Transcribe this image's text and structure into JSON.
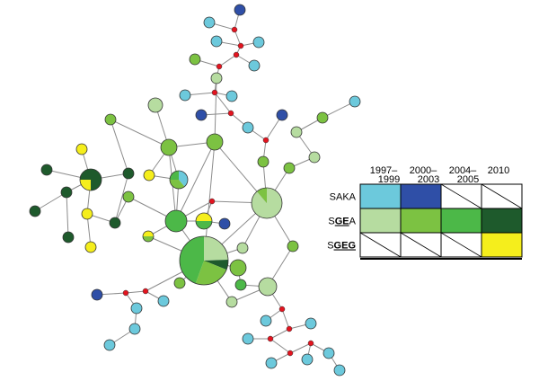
{
  "colors": {
    "light_blue": "#6cc9dc",
    "dark_blue": "#2f4fa7",
    "light_green": "#b6dca0",
    "mid_green": "#7cc242",
    "green": "#4cb848",
    "dark_green": "#1e5a2c",
    "yellow": "#f5ee1c",
    "red": "#e3141f",
    "edge": "#8c8c8c",
    "outline": "#333333"
  },
  "legend": {
    "years": [
      {
        "line1": "1997–",
        "line2": "1999"
      },
      {
        "line1": "2000–",
        "line2": "2003"
      },
      {
        "line1": "2004–",
        "line2": "2005"
      },
      {
        "line1": "2010",
        "line2": ""
      }
    ],
    "rows": [
      {
        "label_parts": [
          {
            "t": "SAKA",
            "u": false
          }
        ],
        "cells": [
          "light_blue",
          "dark_blue",
          "none",
          "none"
        ]
      },
      {
        "label_parts": [
          {
            "t": "S",
            "u": false
          },
          {
            "t": "GE",
            "u": true
          },
          {
            "t": "A",
            "u": false
          }
        ],
        "cells": [
          "light_green",
          "mid_green",
          "green",
          "dark_green"
        ]
      },
      {
        "label_parts": [
          {
            "t": "S",
            "u": false
          },
          {
            "t": "GEG",
            "u": true
          }
        ],
        "cells": [
          "none",
          "none",
          "none",
          "yellow"
        ]
      }
    ]
  }
}
